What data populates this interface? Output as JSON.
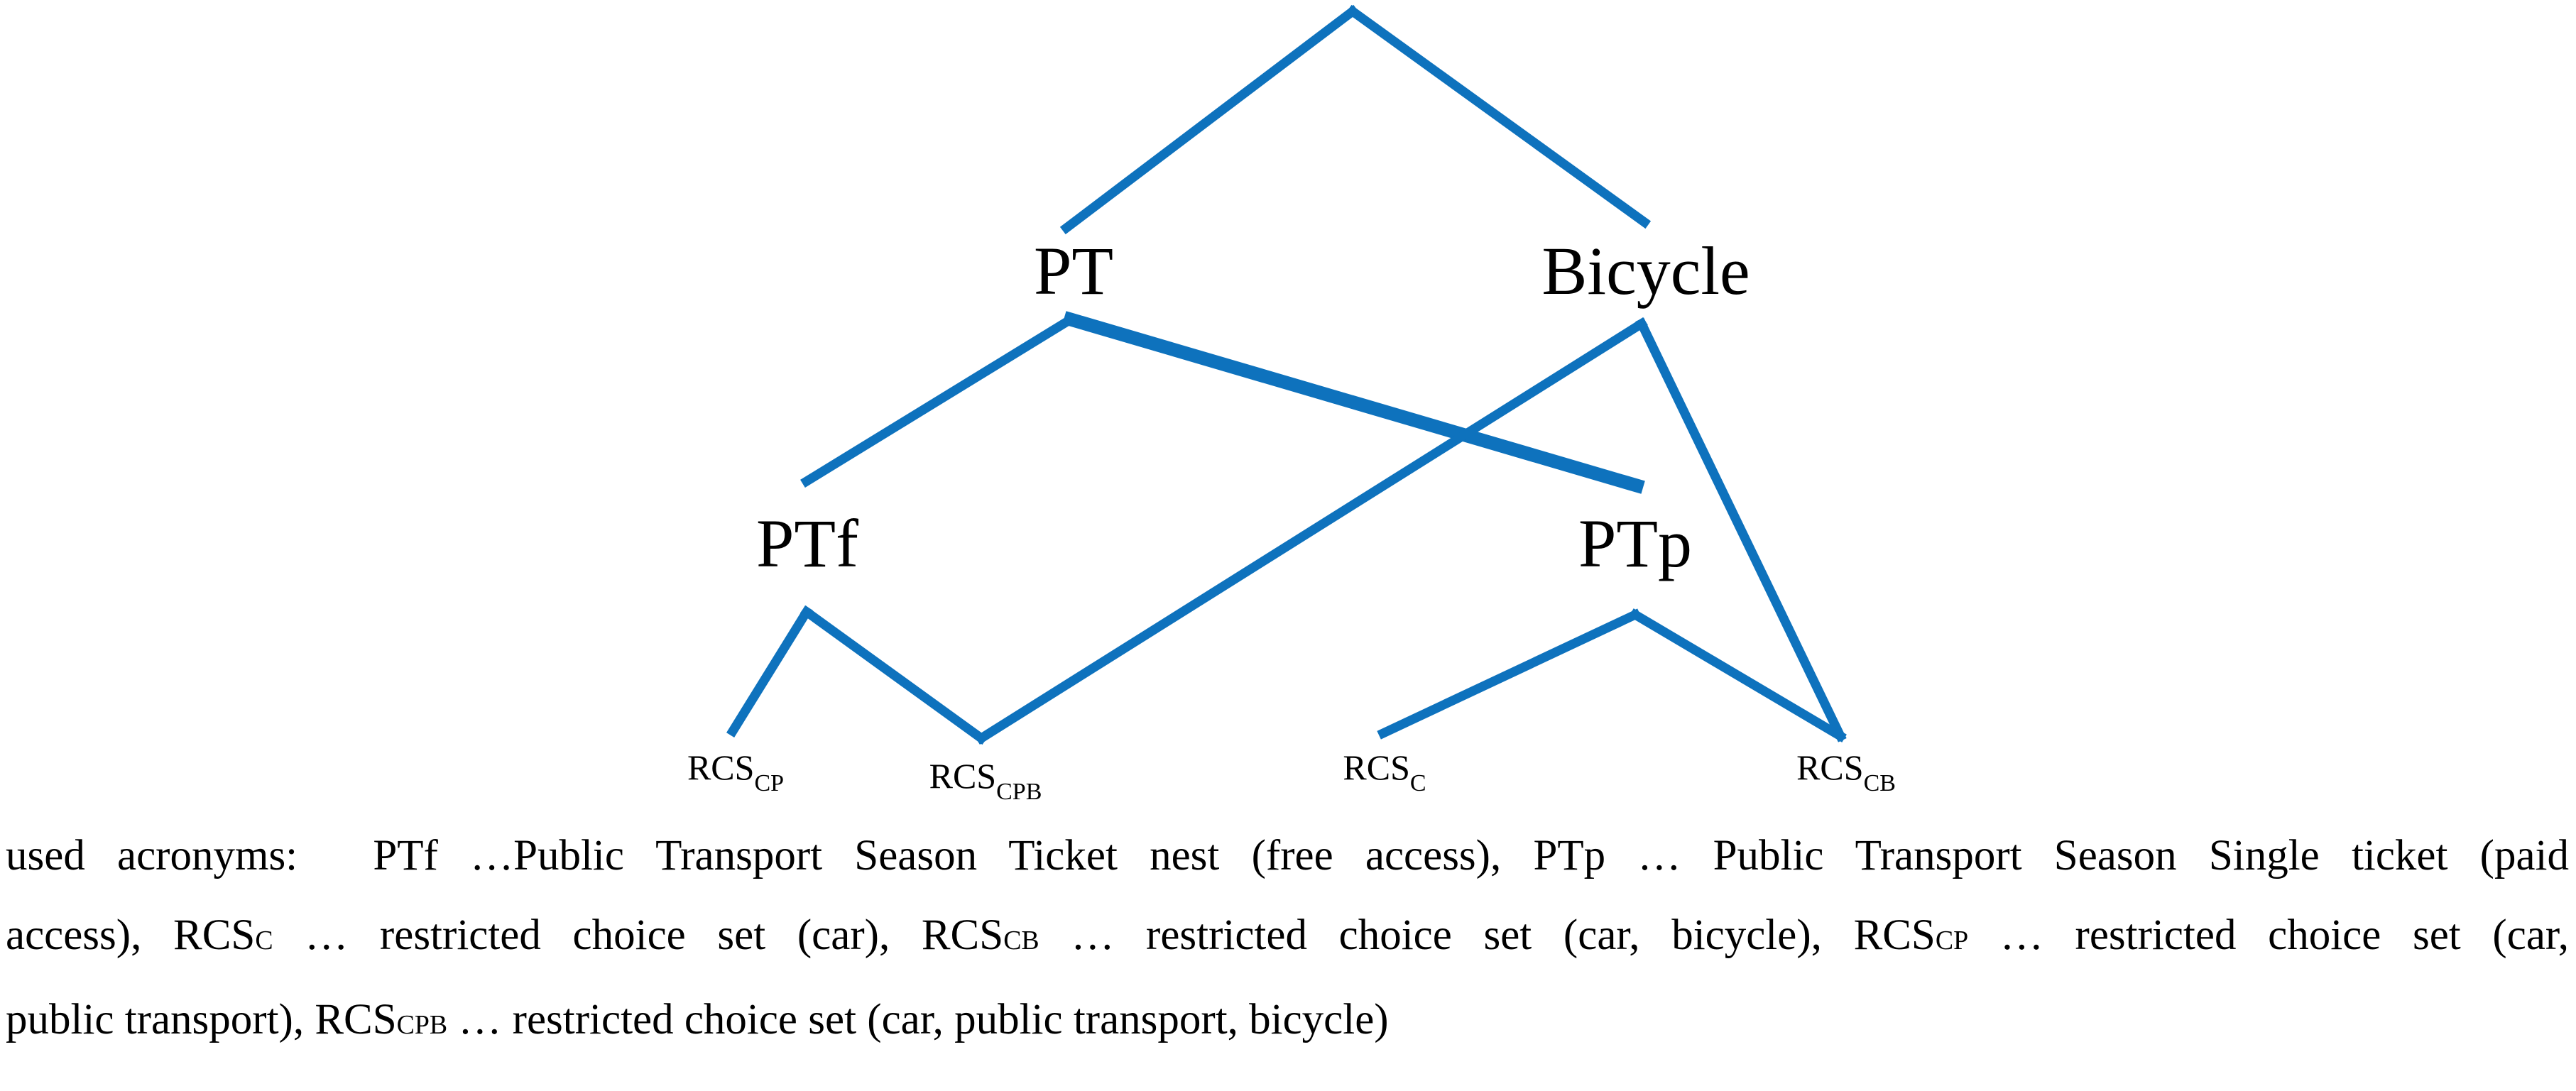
{
  "figure": {
    "kind": "nested choice tree diagram",
    "line_color": "#0E72BD",
    "text_color": "#000000",
    "background_color": "#FFFFFF"
  },
  "tree": {
    "nodes": {
      "pt": "PT",
      "bicycle": "Bicycle",
      "ptf": "PTf",
      "ptp": "PTp"
    },
    "leaves": [
      {
        "main": "RCS",
        "sub": "CP"
      },
      {
        "main": "RCS",
        "sub": "CPB"
      },
      {
        "main": "RCS",
        "sub": "C"
      },
      {
        "main": "RCS",
        "sub": "CB"
      }
    ],
    "edges": [
      "root-pt",
      "root-bicycle",
      "pt-ptf",
      "pt-ptp",
      "bicycle-rcs-cpb",
      "bicycle-rcs-cb",
      "ptf-rcs-cp",
      "ptf-rcs-cpb",
      "ptp-rcs-c",
      "ptp-rcs-cb"
    ]
  },
  "caption": {
    "lines": [
      {
        "parts": [
          {
            "text": "used acronyms:   PTf …Public Transport Season Ticket nest (free access), PTp … Public Transport Season Single ticket (paid"
          }
        ]
      },
      {
        "parts": [
          {
            "text": "access), RCS"
          },
          {
            "sub": "C"
          },
          {
            "text": " … restricted choice set (car), RCS"
          },
          {
            "sub": "CB"
          },
          {
            "text": " … restricted choice set (car, bicycle), RCS"
          },
          {
            "sub": "CP"
          },
          {
            "text": " … restricted choice set (car,"
          }
        ]
      },
      {
        "parts": [
          {
            "text": "public transport), RCS"
          },
          {
            "sub": "CPB"
          },
          {
            "text": " … restricted choice set (car, public transport, bicycle)"
          }
        ]
      }
    ]
  }
}
